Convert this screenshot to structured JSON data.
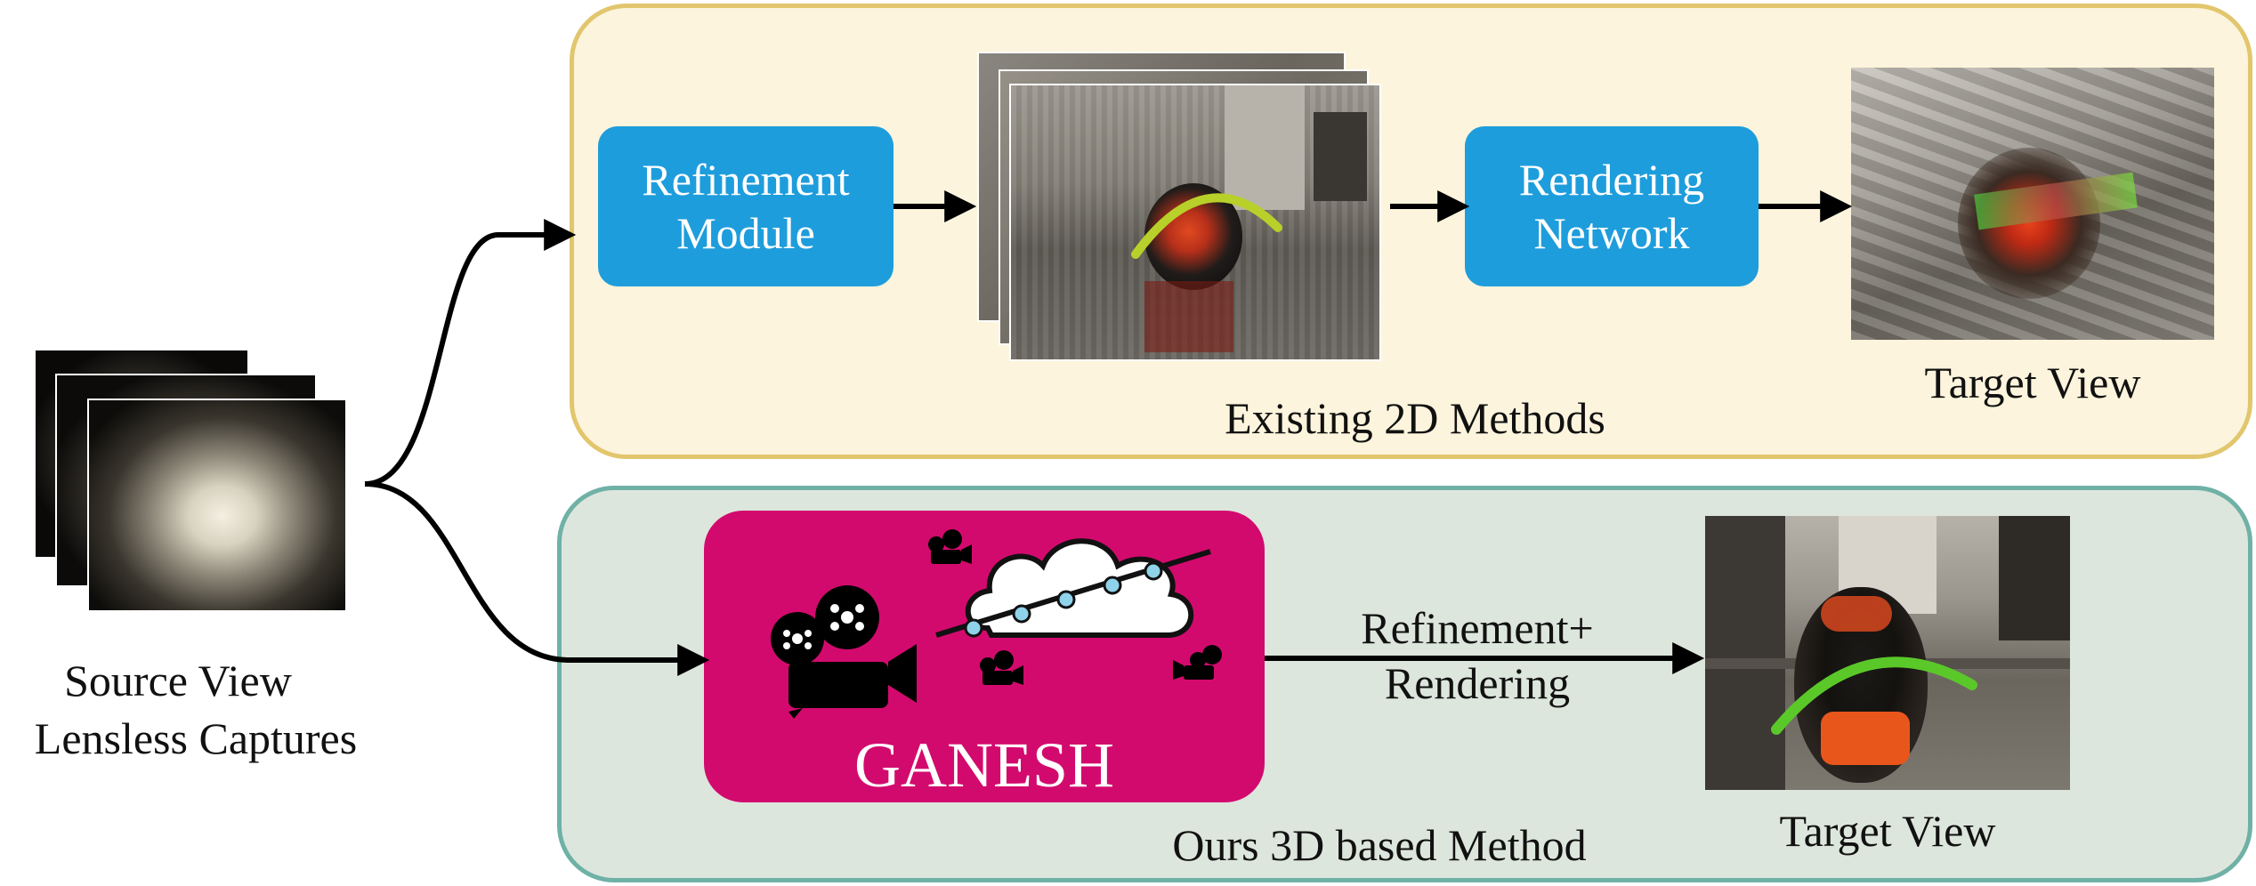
{
  "source": {
    "line1": "Source View",
    "line2": "Lensless Captures"
  },
  "top_panel": {
    "refinement_module": "Refinement\nModule",
    "rendering_network": "Rendering\nNetwork",
    "target_view": "Target View",
    "caption": "Existing 2D Methods",
    "border_color": "#e2c66d",
    "fill_color": "#fcf4dc"
  },
  "bottom_panel": {
    "method_name": "GANESH",
    "arrow_label_line1": "Refinement+",
    "arrow_label_line2": "Rendering",
    "target_view": "Target View",
    "caption": "Ours 3D based Method",
    "border_color": "#6fb1a6",
    "fill_color": "#dde6dd",
    "ganesh_color": "#d30a6e"
  },
  "colors": {
    "module_blue": "#1e9ddc"
  }
}
